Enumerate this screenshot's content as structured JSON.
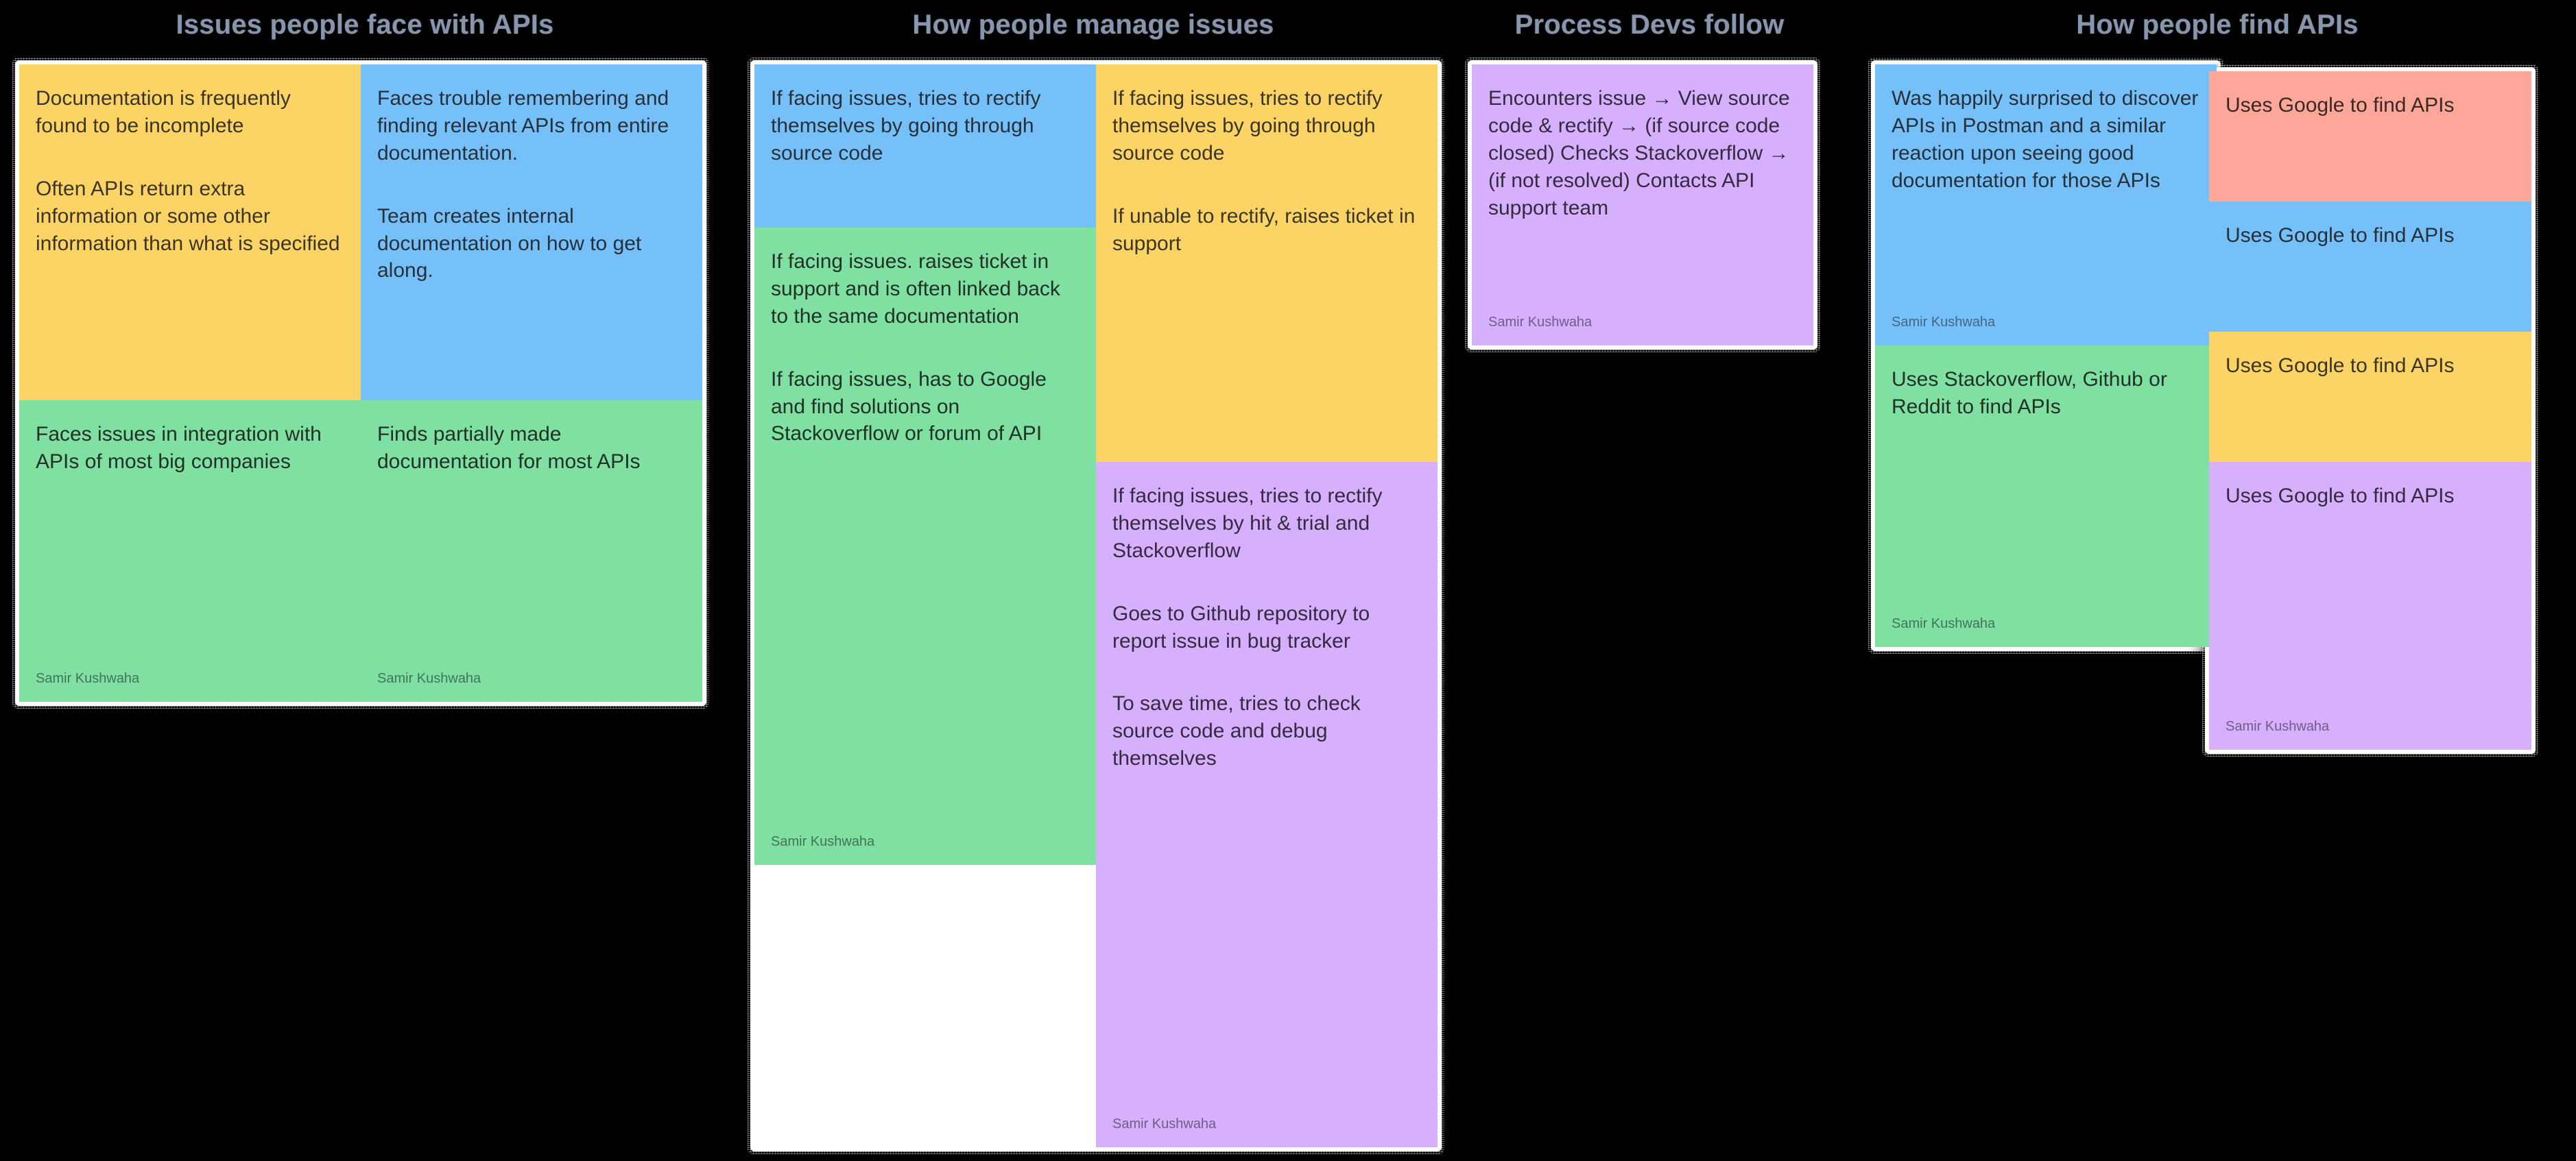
{
  "board": {
    "background_color": "#000000",
    "title_color": "#8795ad",
    "author_default": "Samir Kushwaha"
  },
  "palette": {
    "yellow": "#FBD465",
    "blue": "#76C0FA",
    "green": "#7FE0A1",
    "purple": "#D6AFFD",
    "pink": "#FCA79A"
  },
  "groups": [
    {
      "id": "issues-people-face-with-apis",
      "title": "Issues people face with APIs",
      "columns": [
        {
          "notes": [
            {
              "color": "yellow",
              "lines": [
                "Documentation is frequently found to be incomplete",
                "Often APIs return extra information or some other information than what is specified"
              ],
              "author": ""
            },
            {
              "color": "green",
              "lines": [
                "Faces issues in integration with APIs of most big companies"
              ],
              "author": "Samir Kushwaha"
            }
          ]
        },
        {
          "notes": [
            {
              "color": "blue",
              "lines": [
                "Faces trouble remembering and finding relevant APIs from entire documentation.",
                "Team creates internal documentation on how to get along."
              ],
              "author": ""
            },
            {
              "color": "green",
              "lines": [
                "Finds partially made documentation for most APIs"
              ],
              "author": "Samir Kushwaha"
            }
          ]
        }
      ]
    },
    {
      "id": "how-people-manage-issues",
      "title": "How people manage issues",
      "columns": [
        {
          "notes": [
            {
              "color": "blue",
              "lines": [
                "If facing issues, tries to rectify themselves by going through source code"
              ],
              "author": ""
            },
            {
              "color": "green",
              "lines": [
                "If facing issues. raises ticket in support and is often linked back to the same documentation",
                "If facing issues, has to Google and find solutions on Stackoverflow or forum of API"
              ],
              "author": "Samir Kushwaha"
            }
          ]
        },
        {
          "notes": [
            {
              "color": "yellow",
              "lines": [
                "If facing issues, tries to rectify themselves by going through source code",
                "If unable to rectify, raises ticket in support"
              ],
              "author": ""
            },
            {
              "color": "purple",
              "lines": [
                "If facing issues, tries to rectify themselves by hit & trial and Stackoverflow",
                "Goes to Github repository to report issue in bug tracker",
                "To save time, tries to check source code and debug themselves"
              ],
              "author": "Samir Kushwaha"
            }
          ]
        }
      ]
    },
    {
      "id": "process-devs-follow",
      "title": "Process Devs follow",
      "columns": [
        {
          "notes": [
            {
              "color": "purple",
              "lines": [
                "Encounters issue → View source code & rectify → (if source code closed) Checks Stackoverflow → (if not resolved) Contacts API support team"
              ],
              "author": "Samir Kushwaha"
            }
          ]
        }
      ]
    },
    {
      "id": "how-people-find-apis",
      "title": "How people find APIs",
      "columns": [
        {
          "notes": [
            {
              "color": "blue",
              "lines": [
                "Was happily surprised to discover APIs in Postman and a similar reaction upon seeing good documentation for those APIs"
              ],
              "author": "Samir Kushwaha"
            },
            {
              "color": "green",
              "lines": [
                "Uses Stackoverflow, Github or Reddit to find APIs"
              ],
              "author": "Samir Kushwaha"
            }
          ]
        },
        {
          "notes": [
            {
              "color": "pink",
              "lines": [
                "Uses Google to find APIs"
              ],
              "author": ""
            },
            {
              "color": "blue",
              "lines": [
                "Uses Google to find APIs"
              ],
              "author": ""
            },
            {
              "color": "yellow",
              "lines": [
                "Uses Google to find APIs"
              ],
              "author": ""
            },
            {
              "color": "purple",
              "lines": [
                "Uses Google to find APIs"
              ],
              "author": "Samir Kushwaha"
            }
          ]
        }
      ]
    }
  ]
}
